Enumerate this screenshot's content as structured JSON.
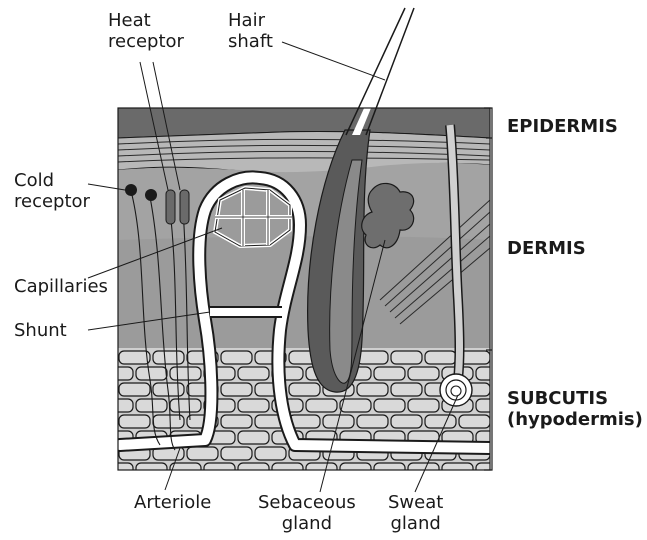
{
  "labels": {
    "heat_receptor": [
      "Heat",
      "receptor"
    ],
    "hair_shaft": [
      "Hair",
      "shaft"
    ],
    "cold_receptor": [
      "Cold",
      "receptor"
    ],
    "capillaries": "Capillaries",
    "shunt": "Shunt",
    "arteriole": "Arteriole",
    "sebaceous_gland": [
      "Sebaceous",
      "gland"
    ],
    "sweat_gland": [
      "Sweat",
      "gland"
    ]
  },
  "layers": {
    "epidermis": "EPIDERMIS",
    "dermis": "DERMIS",
    "subcutis": [
      "SUBCUTIS",
      "(hypodermis)"
    ]
  },
  "colors": {
    "epidermis_top": "#6e6e6e",
    "epidermis_band": "#a9a9a9",
    "dermis": "#9b9b9b",
    "subcutis_cell": "#d8d8d8",
    "vessel": "#ffffff",
    "outline": "#1a1a1a"
  }
}
